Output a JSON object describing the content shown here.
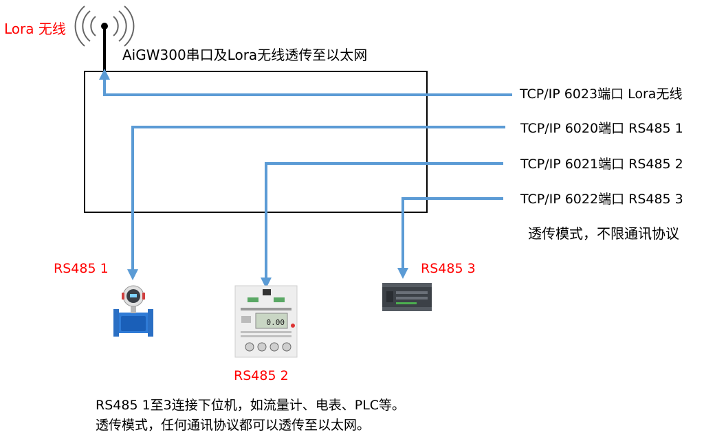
{
  "antenna": {
    "label": "Lora 无线"
  },
  "gateway": {
    "title": "AiGW300串口及Lora无线透传至以太网"
  },
  "ports": [
    {
      "label": "TCP/IP 6023端口 Lora无线"
    },
    {
      "label": "TCP/IP 6020端口  RS485 1"
    },
    {
      "label": "TCP/IP 6021端口  RS485 2"
    },
    {
      "label": "TCP/IP 6022端口  RS485 3"
    }
  ],
  "mode_note": "透传模式，不限通讯协议",
  "devices": [
    {
      "label": "RS485  1",
      "icon": "flowmeter-icon"
    },
    {
      "label": "RS485  2",
      "icon": "electric-meter-icon",
      "meter_reading": "0.00"
    },
    {
      "label": "RS485  3",
      "icon": "plc-icon"
    }
  ],
  "footer": {
    "line1": "RS485 1至3连接下位机，如流量计、电表、PLC等。",
    "line2": "透传模式，任何通讯协议都可以透传至以太网。"
  },
  "colors": {
    "line": "#5b9bd5",
    "label_red": "#ff0000",
    "box": "#000000"
  }
}
